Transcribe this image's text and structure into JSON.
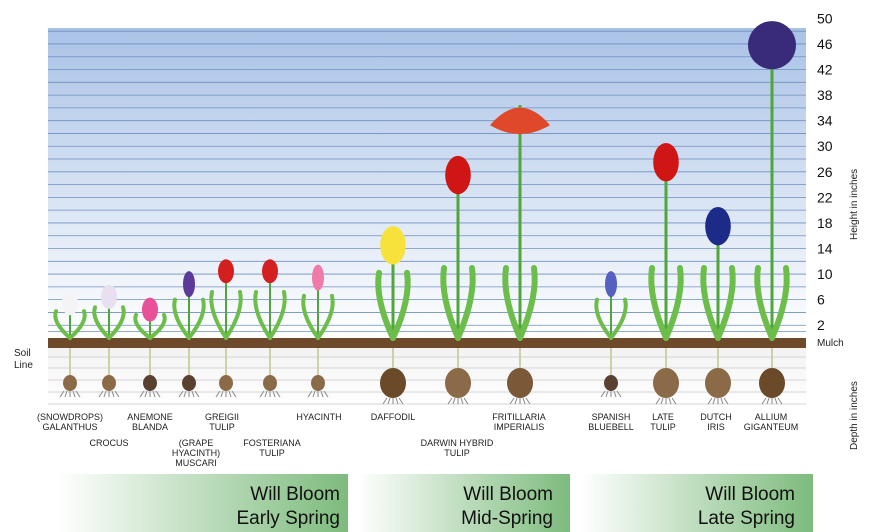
{
  "axis": {
    "height_label": "Height in inches",
    "depth_label": "Depth in inches",
    "soil_label_1": "Soil",
    "soil_label_2": "Line",
    "mulch_label": "Mulch",
    "ticks": [
      "50",
      "46",
      "42",
      "38",
      "34",
      "30",
      "26",
      "22",
      "18",
      "14",
      "10",
      "6",
      "2"
    ]
  },
  "plants": [
    {
      "id": "galanthus",
      "lines": [
        "(SNOWDROPS)",
        "GALANTHUS"
      ],
      "height": 7,
      "flower": "#f4f4f4",
      "bulb": "#8b6a48"
    },
    {
      "id": "crocus",
      "lines": [
        "CROCUS"
      ],
      "height": 8,
      "flower": "#e8e0f0",
      "bulb": "#8b6a48"
    },
    {
      "id": "anemone",
      "lines": [
        "ANEMONE",
        "BLANDA"
      ],
      "height": 6,
      "flower": "#e8509a",
      "bulb": "#5a4030"
    },
    {
      "id": "muscari",
      "lines": [
        "(GRAPE",
        "HYACINTH)",
        "MUSCARI"
      ],
      "height": 10,
      "flower": "#5c3a9a",
      "bulb": "#5a4030"
    },
    {
      "id": "greigii",
      "lines": [
        "GREIGII",
        "TULIP"
      ],
      "height": 12,
      "flower": "#d41f1f",
      "bulb": "#8b6a48"
    },
    {
      "id": "fosteriana",
      "lines": [
        "FOSTERIANA",
        "TULIP"
      ],
      "height": 12,
      "flower": "#d42020",
      "bulb": "#8b6a48"
    },
    {
      "id": "hyacinth",
      "lines": [
        "HYACINTH"
      ],
      "height": 11,
      "flower": "#f07aa8",
      "bulb": "#8b6a48"
    },
    {
      "id": "daffodil",
      "lines": [
        "DAFFODIL"
      ],
      "height": 17,
      "flower": "#f6e23a",
      "bulb": "#6b4a2a"
    },
    {
      "id": "darwin",
      "lines": [
        "DARWIN HYBRID",
        "TULIP"
      ],
      "height": 28,
      "flower": "#d01515",
      "bulb": "#8b6a48"
    },
    {
      "id": "fritillaria",
      "lines": [
        "FRITILLARIA",
        "IMPERIALIS"
      ],
      "height": 38,
      "flower": "#e0482a",
      "bulb": "#7a5838"
    },
    {
      "id": "bluebell",
      "lines": [
        "SPANISH",
        "BLUEBELL"
      ],
      "height": 10,
      "flower": "#5560c0",
      "bulb": "#5a4030"
    },
    {
      "id": "latetulip",
      "lines": [
        "LATE",
        "TULIP"
      ],
      "height": 30,
      "flower": "#d01515",
      "bulb": "#8b6a48"
    },
    {
      "id": "dutchiris",
      "lines": [
        "DUTCH",
        "IRIS"
      ],
      "height": 20,
      "flower": "#1c2a88",
      "bulb": "#8b6a48"
    },
    {
      "id": "allium",
      "lines": [
        "ALLIUM",
        "GIGANTEUM"
      ],
      "height": 48,
      "flower": "#3a2a7a",
      "bulb": "#6b4a2a"
    }
  ],
  "banners": [
    {
      "line1": "Will Bloom",
      "line2": "Early Spring"
    },
    {
      "line1": "Will Bloom",
      "line2": "Mid-Spring"
    },
    {
      "line1": "Will Bloom",
      "line2": "Late Spring"
    }
  ],
  "colors": {
    "sky_top": "#b8cbe6",
    "sky_bottom": "#ffffff",
    "stripe": "#6f8fbf",
    "mulch": "#6e4a2a",
    "stem": "#4fa63a",
    "leaf": "#6cbd4a",
    "banner": "#8cc08c"
  }
}
